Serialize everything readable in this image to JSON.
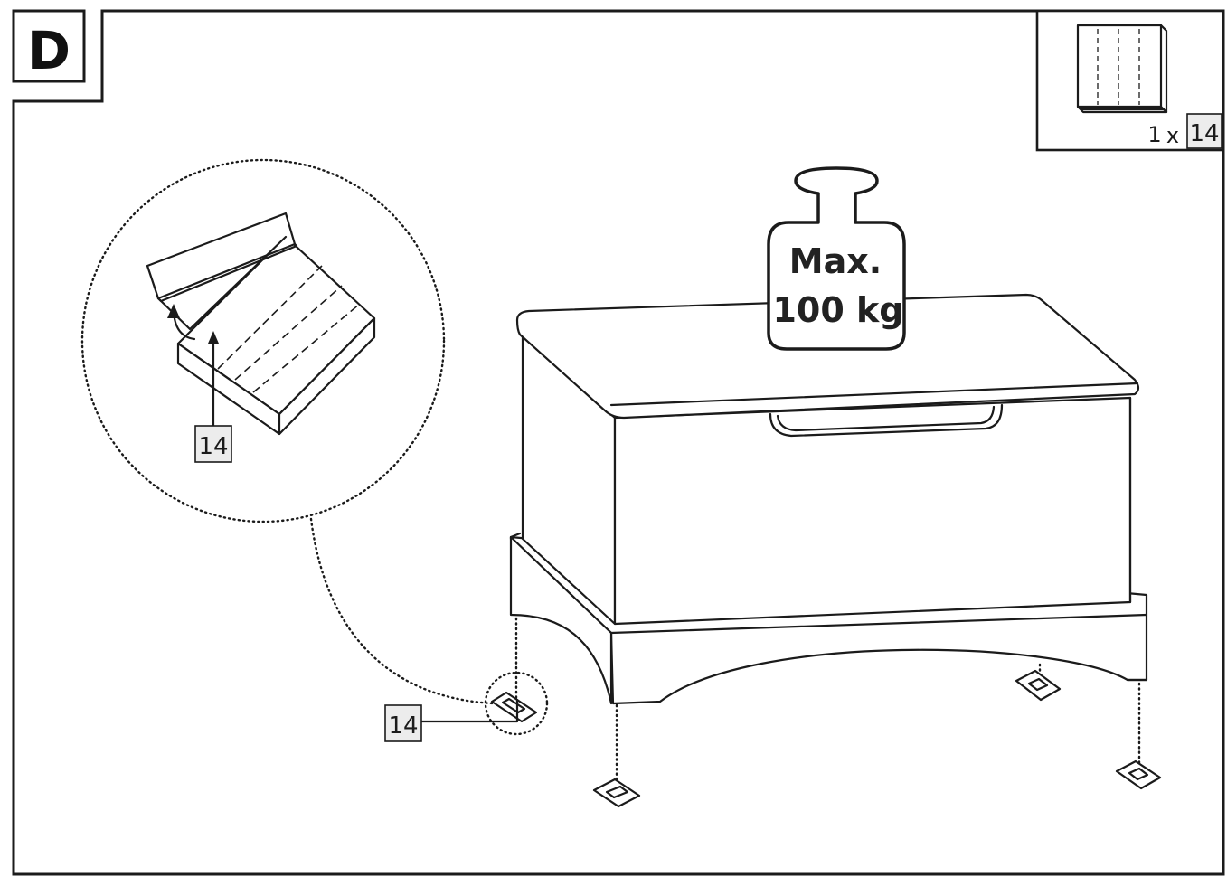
{
  "step": {
    "letter": "D"
  },
  "parts_box": {
    "quantity": "1",
    "multiplier": "x",
    "part_number": "14",
    "icon": "adhesive-pad-sheet-icon"
  },
  "detail_callout": {
    "part_label": "14",
    "icon": "peel-backing-icon"
  },
  "pointer_label": "14",
  "weight_limit": {
    "line1": "Max.",
    "line2": "100 kg",
    "icon": "weight-icon"
  },
  "colors": {
    "ink": "#1b1b1b",
    "label_fill": "#ececec",
    "background": "#ffffff"
  }
}
